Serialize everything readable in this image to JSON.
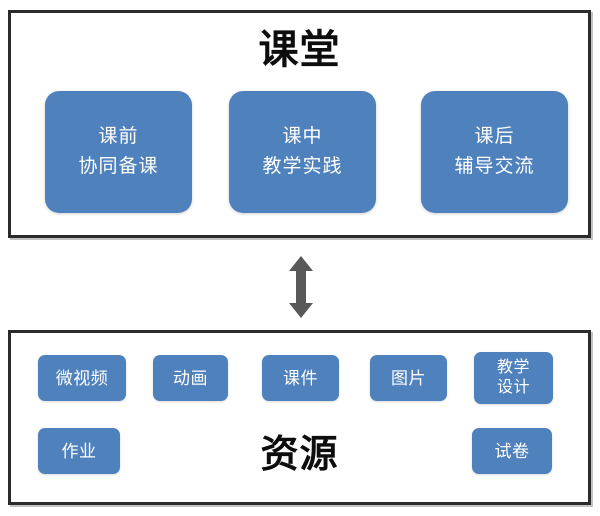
{
  "diagram": {
    "classroom": {
      "title": "课堂",
      "cards": [
        {
          "line1": "课前",
          "line2": "协同备课"
        },
        {
          "line1": "课中",
          "line2": "教学实践"
        },
        {
          "line1": "课后",
          "line2": "辅导交流"
        }
      ]
    },
    "connector": {
      "icon": "double-headed-vertical-arrow",
      "color": "#595959"
    },
    "resource": {
      "title": "资源",
      "tags": [
        {
          "line1": "微视频",
          "line2": ""
        },
        {
          "line1": "动画",
          "line2": ""
        },
        {
          "line1": "课件",
          "line2": ""
        },
        {
          "line1": "图片",
          "line2": ""
        },
        {
          "line1": "教学",
          "line2": "设计"
        },
        {
          "line1": "作业",
          "line2": ""
        },
        {
          "line1": "试卷",
          "line2": ""
        }
      ]
    },
    "colors": {
      "card_fill": "#4f81bd",
      "panel_border": "#2b2b2b",
      "title_text": "#0d0d0d",
      "card_text": "#ffffff",
      "arrow": "#595959",
      "background": "#ffffff"
    }
  }
}
